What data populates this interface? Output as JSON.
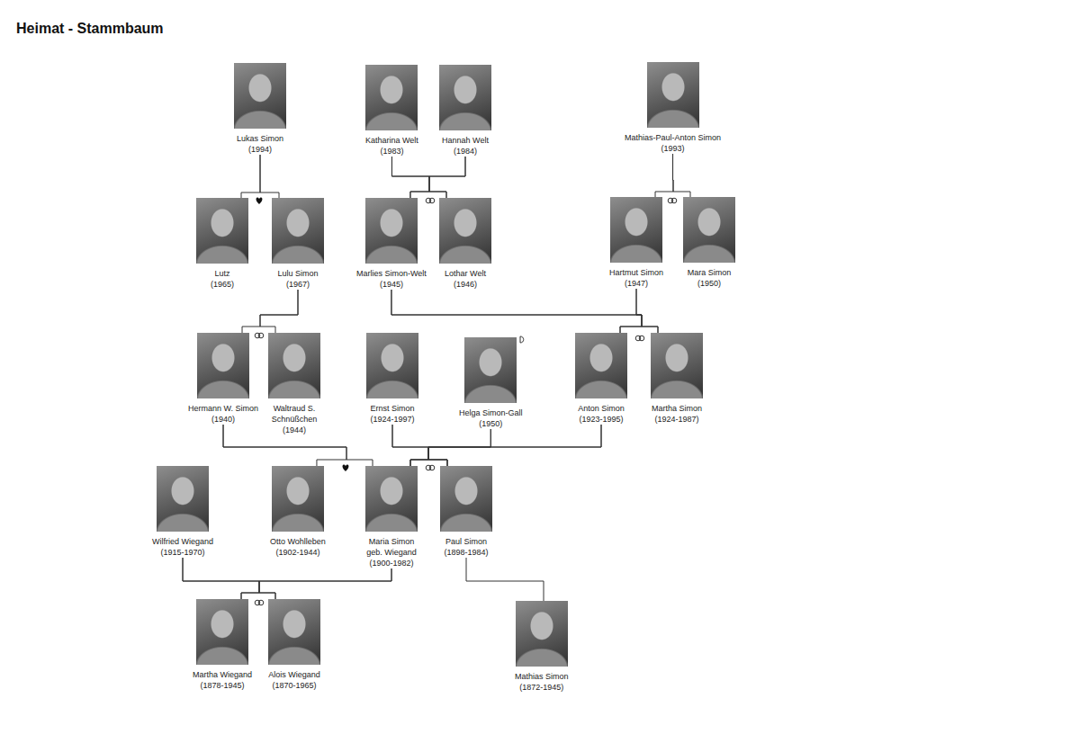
{
  "diagram": {
    "title": "Heimat - Stammbaum",
    "nodes": [
      {
        "text": [
          "Lukas Simon",
          "(1994)"
        ]
      },
      {
        "text": [
          "Katharina Welt",
          "(1983)"
        ]
      },
      {
        "text": [
          "Hannah Welt",
          "(1984)"
        ]
      },
      {
        "text": [
          "Mathias-Paul-Anton Simon",
          "(1993)"
        ]
      },
      {
        "text": [
          "Lutz",
          "(1965)"
        ]
      },
      {
        "text": [
          "Lulu Simon",
          "(1967)"
        ]
      },
      {
        "text": [
          "Marlies Simon-Welt",
          "(1945)"
        ]
      },
      {
        "text": [
          "Lothar Welt",
          "(1946)"
        ]
      },
      {
        "text": [
          "Hartmut Simon",
          "(1947)"
        ]
      },
      {
        "text": [
          "Mara Simon",
          "(1950)"
        ]
      },
      {
        "text": [
          "Hermann W. Simon",
          "(1940)"
        ]
      },
      {
        "text": [
          "Waltraud S. Schnüßchen",
          "(1944)"
        ]
      },
      {
        "text": [
          "Ernst Simon",
          "(1924-1997)"
        ]
      },
      {
        "text": [
          "Helga Simon-Gall",
          "(1950)"
        ]
      },
      {
        "text": [
          "Anton Simon",
          "(1923-1995)"
        ]
      },
      {
        "text": [
          "Martha Simon",
          "(1924-1987)"
        ]
      },
      {
        "text": [
          "Wilfried Wiegand",
          "(1915-1970)"
        ]
      },
      {
        "text": [
          "Otto Wohlleben",
          "(1902-1944)"
        ]
      },
      {
        "text": [
          "Maria Simon geb. Wiegand",
          "(1900-1982)"
        ]
      },
      {
        "text": [
          "Paul Simon",
          "(1898-1984)"
        ]
      },
      {
        "text": [
          "Martha Wiegand",
          "(1878-1945)"
        ]
      },
      {
        "text": [
          "Alois Wiegand",
          "(1870-1965)"
        ]
      },
      {
        "text": [
          "Mathias Simon",
          "(1872-1945)"
        ]
      }
    ],
    "edges": [
      {
        "from": 0,
        "to": 4,
        "arrow": "none"
      },
      {
        "from": 0,
        "to": 5,
        "arrow": "none"
      },
      {
        "from": 1,
        "to": 6,
        "arrow": "none"
      },
      {
        "from": 1,
        "to": 7,
        "arrow": "none"
      },
      {
        "from": 2,
        "to": 6,
        "arrow": "none"
      },
      {
        "from": 2,
        "to": 7,
        "arrow": "none"
      },
      {
        "from": 3,
        "to": 8,
        "arrow": "none"
      },
      {
        "from": 3,
        "to": 9,
        "arrow": "none"
      },
      {
        "from": 5,
        "to": 10,
        "arrow": "none"
      },
      {
        "from": 5,
        "to": 11,
        "arrow": "none"
      },
      {
        "from": 6,
        "to": 14,
        "arrow": "none"
      },
      {
        "from": 6,
        "to": 15,
        "arrow": "none"
      },
      {
        "from": 8,
        "to": 14,
        "arrow": "none"
      },
      {
        "from": 8,
        "to": 15,
        "arrow": "none"
      },
      {
        "from": 10,
        "to": 17,
        "arrow": "none"
      },
      {
        "from": 10,
        "to": 18,
        "arrow": "none"
      },
      {
        "from": 12,
        "to": 18,
        "arrow": "none"
      },
      {
        "from": 12,
        "to": 19,
        "arrow": "none"
      },
      {
        "from": 13,
        "to": 18,
        "arrow": "none"
      },
      {
        "from": 13,
        "to": 19,
        "arrow": "none"
      },
      {
        "from": 14,
        "to": 18,
        "arrow": "none"
      },
      {
        "from": 14,
        "to": 19,
        "arrow": "none"
      },
      {
        "from": 16,
        "to": 20,
        "arrow": "none"
      },
      {
        "from": 16,
        "to": 21,
        "arrow": "none"
      },
      {
        "from": 18,
        "to": 20,
        "arrow": "none"
      },
      {
        "from": 18,
        "to": 21,
        "arrow": "none"
      },
      {
        "from": 19,
        "to": 22,
        "arrow": "none"
      }
    ]
  }
}
